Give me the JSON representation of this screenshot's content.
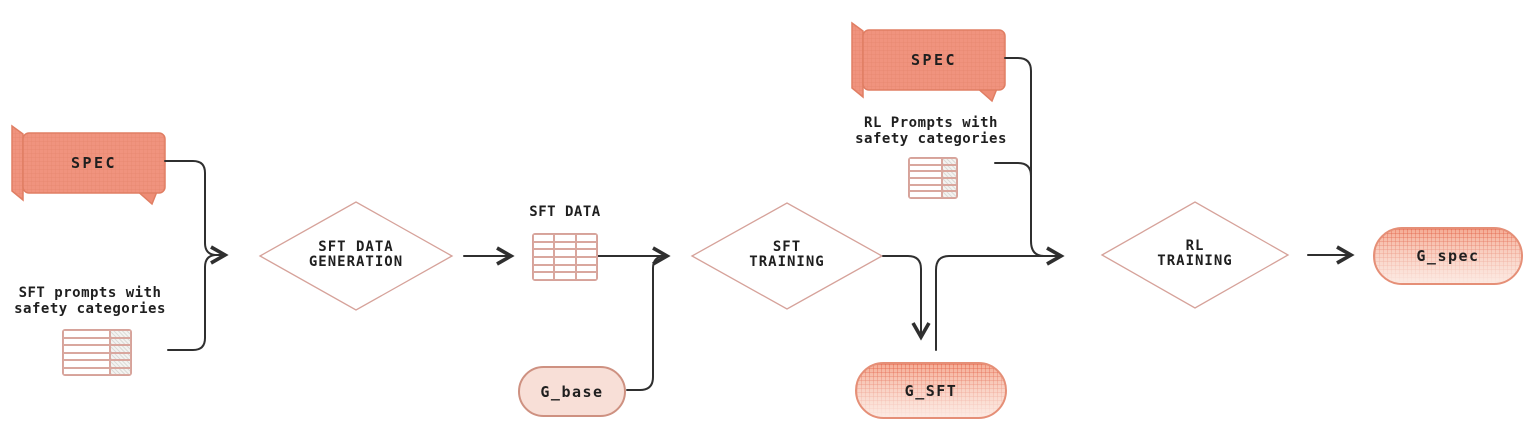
{
  "palette": {
    "salmon_fill": "#F0937E",
    "salmon_border": "#E07E63",
    "dusty_outline": "#D6A29A",
    "connector_line": "#2F2F2F",
    "text": "#1F1F1F",
    "pill_light_fill": "#F8DFD7",
    "pill_light_border": "#CE9181",
    "pill_gradient_border": "#E58F77"
  },
  "nodes": {
    "spec_left": {
      "label": "SPEC"
    },
    "sft_prompts": {
      "label": "SFT prompts with\nsafety categories"
    },
    "sft_data_generation": {
      "label": "SFT DATA\nGENERATION"
    },
    "sft_data": {
      "label": "SFT DATA"
    },
    "g_base": {
      "label": "G_base"
    },
    "sft_training": {
      "label": "SFT\nTRAINING"
    },
    "spec_top": {
      "label": "SPEC"
    },
    "rl_prompts": {
      "label": "RL Prompts with\nsafety categories"
    },
    "g_sft": {
      "label": "G_SFT"
    },
    "rl_training": {
      "label": "RL\nTRAINING"
    },
    "g_spec": {
      "label": "G_spec"
    }
  }
}
